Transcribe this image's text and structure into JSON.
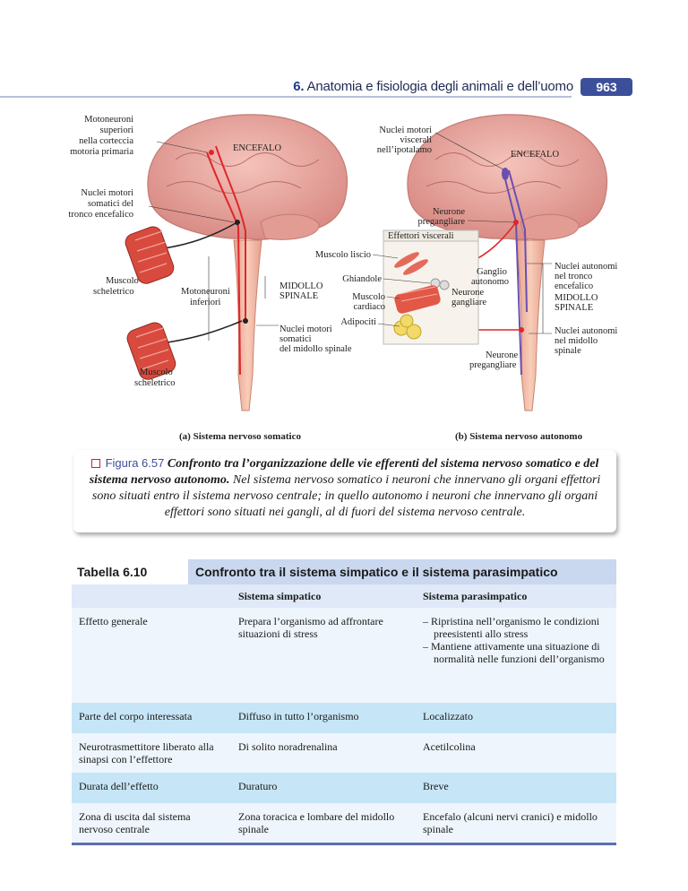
{
  "header": {
    "chapter_num": "6.",
    "chapter_title": "Anatomia e fisiologia degli animali e dell’uomo",
    "page_number": "963"
  },
  "figure": {
    "a": {
      "l1a": "Motoneuroni",
      "l1b": "superiori",
      "l1c": "nella corteccia",
      "l1d": "motoria primaria",
      "encefalo": "ENCEFALO",
      "l2a": "Nuclei motori",
      "l2b": "somatici del",
      "l2c": "tronco encefalico",
      "musc_a": "Muscolo",
      "musc_b": "scheletrico",
      "mot_a": "Motoneuroni",
      "mot_b": "inferiori",
      "midollo_a": "MIDOLLO",
      "midollo_b": "SPINALE",
      "nuc_a": "Nuclei motori",
      "nuc_b": "somatici",
      "nuc_c": "del midollo spinale",
      "musc2_a": "Muscolo",
      "musc2_b": "scheletrico",
      "caption": "(a) Sistema nervoso somatico"
    },
    "b": {
      "ipo_a": "Nuclei motori",
      "ipo_b": "viscerali",
      "ipo_c": "nell’ipotalamo",
      "encefalo": "ENCEFALO",
      "pre_a": "Neurone",
      "pre_b": "pregangliare",
      "effettori": "Effettori viscerali",
      "liscio": "Muscolo liscio",
      "ghiandole": "Ghiandole",
      "cardiaco_a": "Muscolo",
      "cardiaco_b": "cardiaco",
      "adipociti": "Adipociti",
      "gang_a": "Ganglio",
      "gang_b": "autonomo",
      "post_a": "Neurone",
      "post_b": "gangliare",
      "tronco_a": "Nuclei autonomi",
      "tronco_b": "nel tronco",
      "tronco_c": "encefalico",
      "midollo_a": "MIDOLLO",
      "midollo_b": "SPINALE",
      "nmid_a": "Nuclei autonomi",
      "nmid_b": "nel midollo",
      "nmid_c": "spinale",
      "pre2_a": "Neurone",
      "pre2_b": "pregangliare",
      "caption": "(b) Sistema nervoso autonomo"
    }
  },
  "caption": {
    "fig_num": "Figura 6.57",
    "bold_text": "Confronto tra l’organizzazione delle vie efferenti del sistema nervoso somatico e del sistema nervoso autonomo.",
    "text": "Nel sistema nervoso somatico i neuroni che innervano gli organi effettori sono situati entro il sistema nervoso centrale; in quello autonomo i neuroni che innervano gli organi effettori sono situati nei gangli, al di fuori del sistema nervoso centrale."
  },
  "table": {
    "number": "Tabella 6.10",
    "title": "Confronto tra il sistema simpatico e il sistema parasimpatico",
    "col_simpatico": "Sistema simpatico",
    "col_parasimpatico": "Sistema parasimpatico",
    "rows": [
      {
        "label": "Effetto generale",
        "simpatico": "Prepara l’organismo ad affrontare situazioni di stress",
        "para1": "– Ripristina nell’organismo le condizioni preesistenti allo stress",
        "para2": "– Mantiene attivamente una situazione di normalità nelle funzioni dell’organismo"
      },
      {
        "label": "Parte del corpo interessata",
        "simpatico": "Diffuso in tutto l’organismo",
        "para": "Localizzato"
      },
      {
        "label": "Neurotrasmettitore liberato alla sinapsi con l’effettore",
        "simpatico": "Di solito noradrenalina",
        "para": "Acetilcolina"
      },
      {
        "label": "Durata dell’effetto",
        "simpatico": "Duraturo",
        "para": "Breve"
      },
      {
        "label": "Zona di uscita dal sistema nervoso centrale",
        "simpatico": "Zona toracica e lombare del midollo spinale",
        "para": "Encefalo (alcuni nervi cranici) e midollo spinale"
      }
    ]
  },
  "colors": {
    "accent": "#3c4f9a",
    "brain": "#e9a7a0",
    "spinal": "#f2b5a3",
    "somatic_nerve": "#e0262a",
    "autonomic_nerve": "#6b4fb0",
    "table_header": "#c9d7ef",
    "row_highlight": "#c6e6f7"
  }
}
